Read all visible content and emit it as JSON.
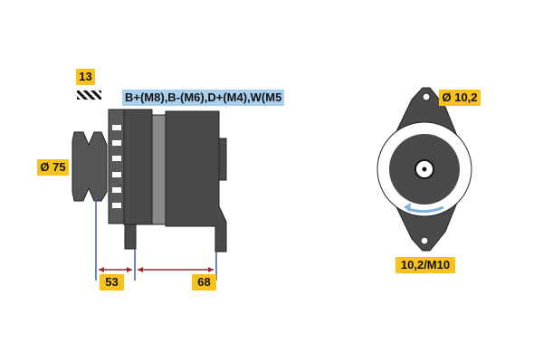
{
  "labels": {
    "quantity": "13",
    "terminals": "B+(M8),B-(M6),D+(M4),W(M5",
    "pulley_diameter": "Ø 75",
    "dim_front": "53",
    "dim_mount": "68",
    "hole_diameter": "Ø 10,2",
    "bottom_mount": "10,2/M10"
  },
  "colors": {
    "label_yellow": "#f7c21b",
    "label_blue": "#a9cfee",
    "body": "#4a4a4a",
    "dimension_line": "#9b2a2a",
    "reference_line": "#3b5fa0",
    "rotation_arrow": "#7fb0de"
  }
}
